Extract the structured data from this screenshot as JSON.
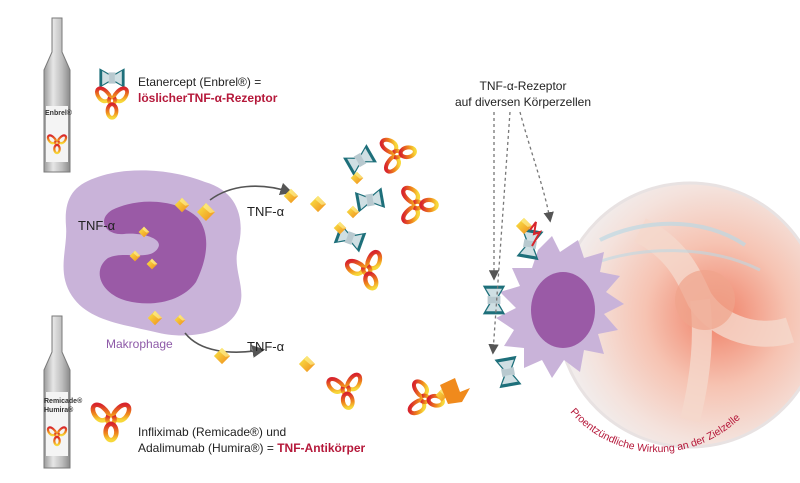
{
  "etanercept": {
    "line1": "Etanercept (Enbrel®) =",
    "line2": "löslicherTNF-α-Rezeptor"
  },
  "infliximab": {
    "line1": "Infliximab (Remicade®) und",
    "line2_prefix": "Adalimumab (Humira®) = ",
    "line2_red": "TNF-Antikörper"
  },
  "vials": {
    "top_label": "Enbrel®",
    "bottom_label_1": "Remicade®",
    "bottom_label_2": "Humira®"
  },
  "macrophage": {
    "tnf_label": "TNF-α",
    "name": "Makrophage"
  },
  "arrows": {
    "upper_label": "TNF-α",
    "lower_label": "TNF-α"
  },
  "receptor_note": {
    "line1": "TNF-α-Rezeptor",
    "line2": "auf diversen Körperzellen"
  },
  "target_caption": "Proentzündliche Wirkung an der Zielzelle",
  "colors": {
    "red_accent": "#b5183a",
    "macrophage_fill": "#c9b3d9",
    "nucleus_fill": "#9a5aa6",
    "receptor_teal": "#1d6f7a",
    "tnf_gradient_start": "#f7e23a",
    "tnf_gradient_end": "#f08a1c"
  }
}
